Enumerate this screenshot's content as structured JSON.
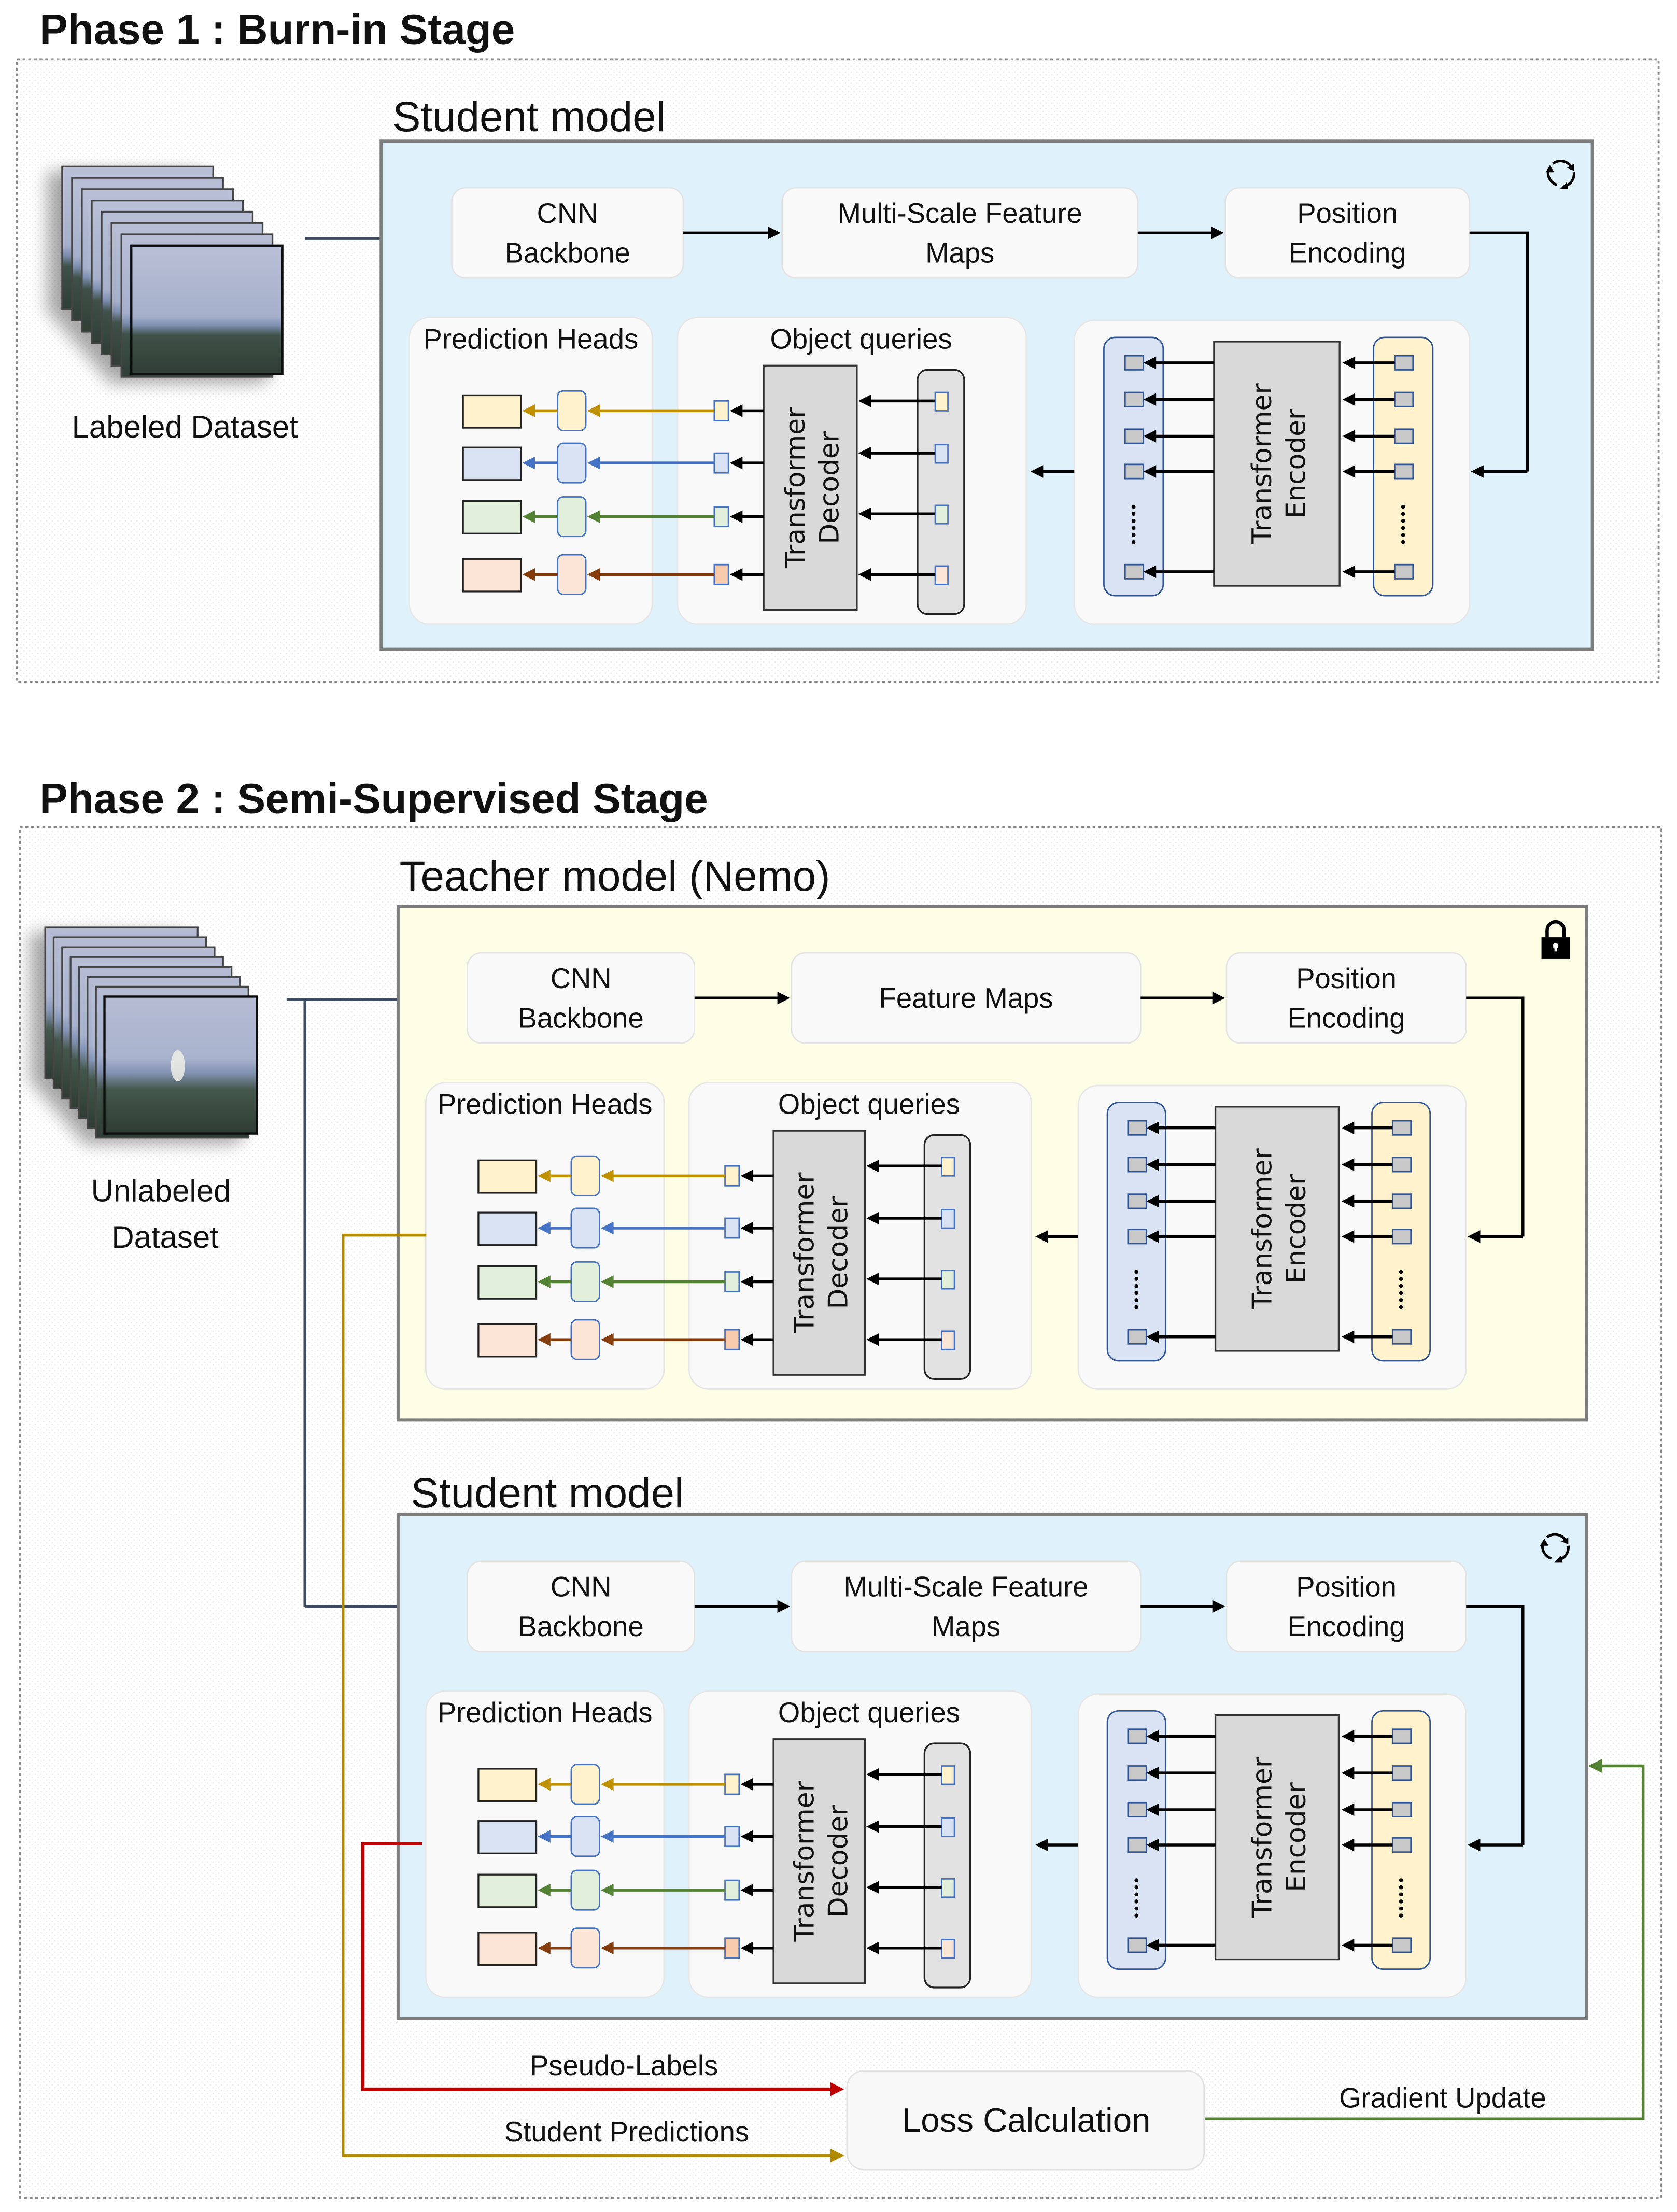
{
  "phase1": {
    "title": "Phase 1 : Burn-in Stage",
    "dataset_label": "Labeled Dataset",
    "model": {
      "title": "Student model",
      "status_icon": "refresh-icon",
      "backbone_label": [
        "CNN",
        "Backbone"
      ],
      "feature_label": [
        "Multi-Scale Feature",
        "Maps"
      ],
      "position_label": [
        "Position",
        "Encoding"
      ],
      "prediction_heads_label": "Prediction Heads",
      "object_queries_label": "Object queries",
      "decoder_label": [
        "Transformer",
        "Decoder"
      ],
      "encoder_label": [
        "Transformer",
        "Encoder"
      ],
      "ellipsis": "......",
      "bold_panel_titles": false
    }
  },
  "phase2": {
    "title": "Phase 2 : Semi-Supervised Stage",
    "dataset_label": [
      "Unlabeled",
      "Dataset"
    ],
    "teacher": {
      "title": "Teacher model (Nemo)",
      "status_icon": "lock-icon",
      "backbone_label": [
        "CNN",
        "Backbone"
      ],
      "feature_label": [
        "Feature Maps"
      ],
      "position_label": [
        "Position",
        "Encoding"
      ],
      "prediction_heads_label": "Prediction Heads",
      "object_queries_label": "Object queries",
      "decoder_label": [
        "Transformer",
        "Decoder"
      ],
      "encoder_label": [
        "Transformer",
        "Encoder"
      ],
      "ellipsis": "......",
      "bold_panel_titles": true
    },
    "student": {
      "title": "Student model",
      "status_icon": "refresh-icon",
      "backbone_label": [
        "CNN",
        "Backbone"
      ],
      "feature_label": [
        "Multi-Scale Feature",
        "Maps"
      ],
      "position_label": [
        "Position",
        "Encoding"
      ],
      "prediction_heads_label": "Prediction Heads",
      "object_queries_label": "Object queries",
      "decoder_label": [
        "Transformer",
        "Decoder"
      ],
      "encoder_label": [
        "Transformer",
        "Encoder"
      ],
      "ellipsis": "......",
      "bold_panel_titles": true
    },
    "loss_label": "Loss Calculation",
    "flows": {
      "pseudo_labels": "Pseudo-Labels",
      "student_predictions": "Student Predictions",
      "gradient_update": "Gradient Update"
    }
  },
  "colors": {
    "student_bg": "#dff2fb",
    "teacher_bg": "#fefde6",
    "block_bg": "#f9f9f9",
    "frame_border": "#7a7a7a",
    "input_arrow": "#3b4a5e",
    "pseudo_labels": "#c00000",
    "student_predictions": "#b08a00",
    "gradient_update": "#548235",
    "head_colors": [
      {
        "fill": "#fff2cc",
        "arrow": "#bf9000"
      },
      {
        "fill": "#dae3f3",
        "arrow": "#4472c4"
      },
      {
        "fill": "#e2efda",
        "arrow": "#548235"
      },
      {
        "fill": "#fbe5d6",
        "arrow": "#843c0c"
      }
    ],
    "query_token_fills": [
      "#fff2cc",
      "#dae3f3",
      "#e2efda",
      "#fbe5d6"
    ],
    "decoder_out_fills": [
      "#fff2cc",
      "#dae3f3",
      "#e2efda",
      "#f8cbad"
    ],
    "encoder_left_col": "#dae3f3",
    "encoder_right_col": "#fff2cc",
    "token_gray": "#c9c9c9",
    "transformer_box": "#d9d9d9"
  }
}
